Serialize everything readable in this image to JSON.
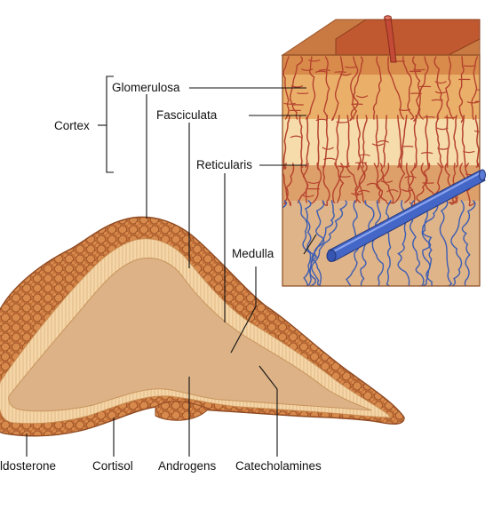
{
  "labels": {
    "cortex": "Cortex",
    "glomerulosa": "Glomerulosa",
    "fasciculata": "Fasciculata",
    "reticularis": "Reticularis",
    "medulla": "Medulla",
    "aldosterone": "Aldosterone",
    "cortisol": "Cortisol",
    "androgens": "Androgens",
    "catecholamines": "Catecholamines"
  },
  "colors": {
    "capsule": "#c8773c",
    "glomerulosa": "#e7a860",
    "fasciculata": "#f3d2a2",
    "reticularis": "#d9955a",
    "medulla": "#d9b083",
    "vessel_red": "#b5422d",
    "vessel_blue": "#3c5db3",
    "leader": "#111111"
  }
}
